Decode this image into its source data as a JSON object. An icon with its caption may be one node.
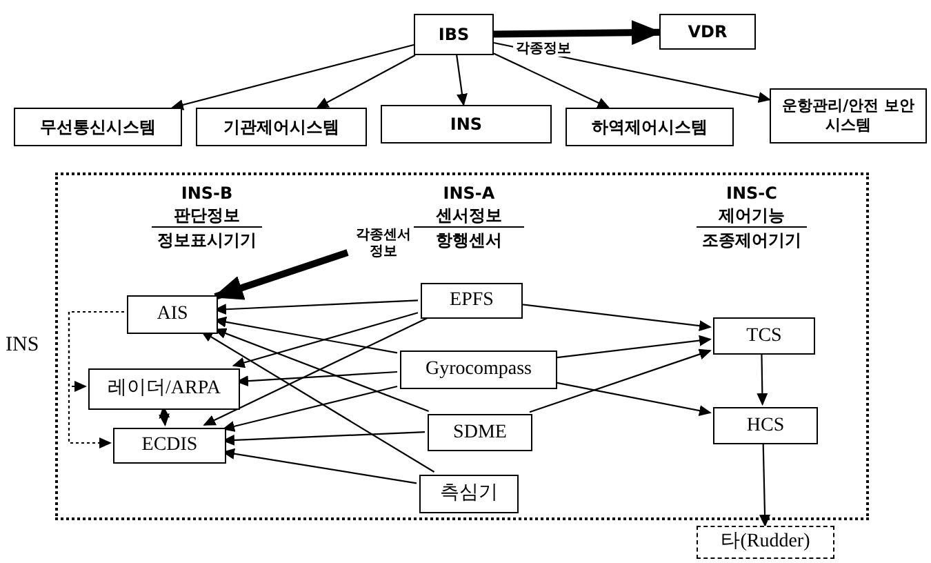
{
  "diagram": {
    "nodes": [
      {
        "text": [
          "IBS"
        ]
      },
      {
        "text": [
          "VDR"
        ]
      },
      {
        "text": [
          "무선통신시스템"
        ]
      },
      {
        "text": [
          "기관제어시스템"
        ]
      },
      {
        "text": [
          "INS"
        ]
      },
      {
        "text": [
          "하역제어시스템"
        ]
      },
      {
        "text": [
          "운항관리/안전 보안시스템"
        ]
      },
      {
        "text": [],
        "shape": "box",
        "beside": [
          "INS"
        ]
      },
      {
        "text": [
          "AIS"
        ],
        "in": 7
      },
      {
        "text": [
          "레이더/ARPA"
        ],
        "in": 7
      },
      {
        "text": [
          "ECDIS"
        ],
        "in": 7
      },
      {
        "text": [
          "EPFS"
        ],
        "in": 7
      },
      {
        "text": [
          "Gyrocompass"
        ],
        "in": 7
      },
      {
        "text": [
          "SDME"
        ],
        "in": 7
      },
      {
        "text": [
          "측심기"
        ],
        "in": 7
      },
      {
        "text": [
          "TCS"
        ],
        "in": 7
      },
      {
        "text": [
          "HCS"
        ],
        "in": 7
      },
      {
        "text": [
          "타(Rudder)"
        ]
      },
      {
        "text": [
          "각종센서 정보"
        ],
        "in": 7
      }
    ],
    "edges": [
      {
        "from": 0,
        "to": 1,
        "arrow": "to",
        "label": "각종정보",
        "style": "thick"
      },
      {
        "from": 0,
        "to": 2,
        "arrow": "to"
      },
      {
        "from": 0,
        "to": 3,
        "arrow": "to"
      },
      {
        "from": 0,
        "to": 4,
        "arrow": "to"
      },
      {
        "from": 0,
        "to": 5,
        "arrow": "to"
      },
      {
        "from": 0,
        "to": 6,
        "arrow": "to"
      },
      {
        "from": 18,
        "to": 8,
        "arrow": "to",
        "style": "thick"
      },
      {
        "from": 8,
        "to": 9,
        "arrow": "to",
        "style": "dashed"
      },
      {
        "from": 8,
        "to": 10,
        "arrow": "to",
        "style": "dashed"
      },
      {
        "from": 9,
        "to": 10,
        "arrow": "both"
      },
      {
        "from": 11,
        "to": 8,
        "arrow": "to"
      },
      {
        "from": 11,
        "to": 9,
        "arrow": "to"
      },
      {
        "from": 11,
        "to": 10,
        "arrow": "to"
      },
      {
        "from": 12,
        "to": 8,
        "arrow": "to"
      },
      {
        "from": 12,
        "to": 9,
        "arrow": "to"
      },
      {
        "from": 12,
        "to": 10,
        "arrow": "to"
      },
      {
        "from": 13,
        "to": 8,
        "arrow": "to"
      },
      {
        "from": 13,
        "to": 10,
        "arrow": "to"
      },
      {
        "from": 14,
        "to": 8,
        "arrow": "to"
      },
      {
        "from": 14,
        "to": 10,
        "arrow": "to"
      },
      {
        "from": 11,
        "to": 15,
        "arrow": "to"
      },
      {
        "from": 12,
        "to": 15,
        "arrow": "to"
      },
      {
        "from": 12,
        "to": 16,
        "arrow": "to"
      },
      {
        "from": 13,
        "to": 15,
        "arrow": "to"
      },
      {
        "from": 15,
        "to": 16,
        "arrow": "to"
      },
      {
        "from": 16,
        "to": 17,
        "arrow": "to"
      }
    ],
    "labels": [
      "INS-B",
      "판단정보",
      "정보표시기기",
      "INS-A",
      "센서정보",
      "항행센서",
      "INS-C",
      "제어기능",
      "조종제어기기"
    ]
  }
}
